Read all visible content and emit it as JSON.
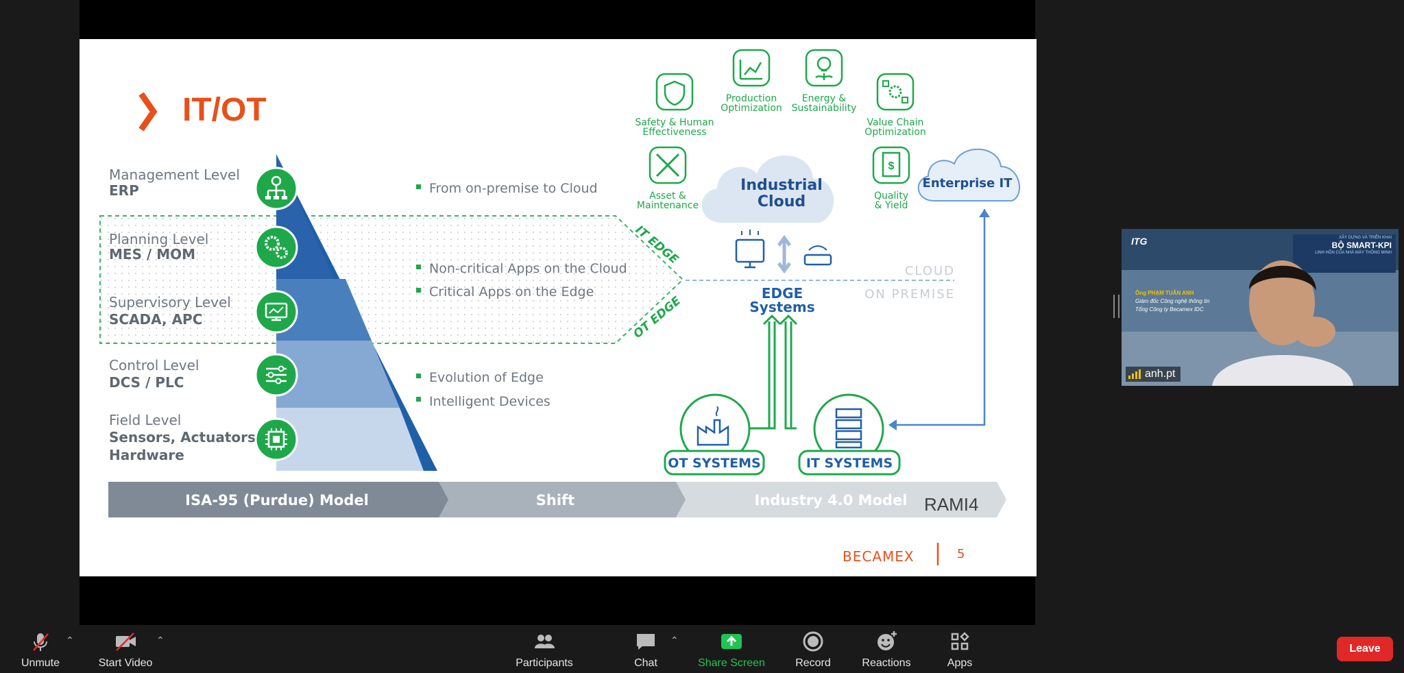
{
  "slide": {
    "title": "IT/OT",
    "levels": [
      {
        "name": "Management Level",
        "system": "ERP"
      },
      {
        "name": "Planning Level",
        "system": "MES / MOM"
      },
      {
        "name": "Supervisory Level",
        "system": "SCADA, APC"
      },
      {
        "name": "Control Level",
        "system": "DCS / PLC"
      },
      {
        "name": "Field Level",
        "system": "Sensors, Actuators,",
        "system2": "Hardware"
      }
    ],
    "bullets": [
      "From on-premise to Cloud",
      "Non-critical Apps on the Cloud",
      "Critical Apps on the Edge",
      "Evolution of Edge",
      "Intelligent Devices"
    ],
    "it_edge": "IT EDGE",
    "ot_edge": "OT EDGE",
    "apps": [
      {
        "line1": "Safety & Human",
        "line2": "Effectiveness",
        "icon": "hand-shield-icon"
      },
      {
        "line1": "Production",
        "line2": "Optimization",
        "icon": "chart-gear-icon"
      },
      {
        "line1": "Energy &",
        "line2": "Sustainability",
        "icon": "bulb-leaf-icon"
      },
      {
        "line1": "Value Chain",
        "line2": "Optimization",
        "icon": "gear-network-icon"
      },
      {
        "line1": "Asset &",
        "line2": "Maintenance",
        "icon": "wrench-screwdriver-icon"
      },
      {
        "line1": "Quality",
        "line2": "& Yield",
        "icon": "document-dollar-icon"
      }
    ],
    "industrial_cloud": {
      "line1": "Industrial",
      "line2": "Cloud"
    },
    "enterprise_it": "Enterprise IT",
    "cloud_label": "CLOUD",
    "on_premise_label": "ON PREMISE",
    "edge": {
      "line1": "EDGE",
      "line2": "Systems"
    },
    "ot_systems": "OT SYSTEMS",
    "it_systems": "IT SYSTEMS",
    "bottom_bar": [
      "ISA-95 (Purdue) Model",
      "Shift",
      "Industry 4.0 Model"
    ],
    "rami": "RAMI4",
    "logo": "BECAMEX",
    "page_number": "5",
    "colors": {
      "orange": "#e8501a",
      "green": "#1ea84a",
      "blue": "#1f5fa8",
      "grey_bar": "#7f8a96"
    }
  },
  "participant": {
    "name": "anh.pt",
    "banner_brand": "ITG",
    "banner_line1": "XÂY DỰNG VÀ TRIỂN KHAI",
    "banner_line2": "BỘ SMART-KPI",
    "banner_line3": "LINH HỒN CỦA NHÀ MÁY THÔNG MINH",
    "speaker_name": "Ông PHẠM TUẤN ANH",
    "speaker_title1": "Giám đốc Công nghệ thông tin",
    "speaker_title2": "Tổng Công ty Becamex IDC"
  },
  "toolbar": {
    "unmute": "Unmute",
    "start_video": "Start Video",
    "participants": "Participants",
    "chat": "Chat",
    "share_screen": "Share Screen",
    "record": "Record",
    "reactions": "Reactions",
    "apps": "Apps",
    "leave": "Leave"
  }
}
